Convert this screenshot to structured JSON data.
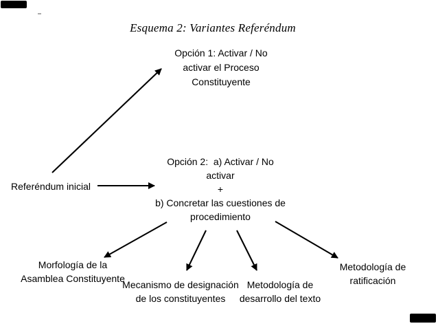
{
  "colors": {
    "ink": "#000000",
    "background": "#ffffff"
  },
  "title": "Esquema 2: Variantes Referéndum",
  "nodes": {
    "referendum_inicial": "Referéndum inicial",
    "opcion1": "Opción 1: Activar / No\nactivar el Proceso\nConstituyente",
    "opcion2": "Opción 2:  a) Activar / No\nactivar\n+\nb) Concretar las cuestiones de\nprocedimiento",
    "morfologia": "Morfología de la\nAsamblea Constituyente",
    "mecanismo": "Mecanismo de designación\nde los constituyentes",
    "metodologia_desarrollo": "Metodología de\ndesarrollo del texto",
    "metodologia_ratificacion": "Metodología de\nratificación"
  },
  "edges": [
    {
      "from": "referendum_inicial",
      "to": "opcion1"
    },
    {
      "from": "referendum_inicial",
      "to": "opcion2"
    },
    {
      "from": "opcion2",
      "to": "morfologia"
    },
    {
      "from": "opcion2",
      "to": "mecanismo"
    },
    {
      "from": "opcion2",
      "to": "metodologia_desarrollo"
    },
    {
      "from": "opcion2",
      "to": "metodologia_ratificacion"
    }
  ]
}
